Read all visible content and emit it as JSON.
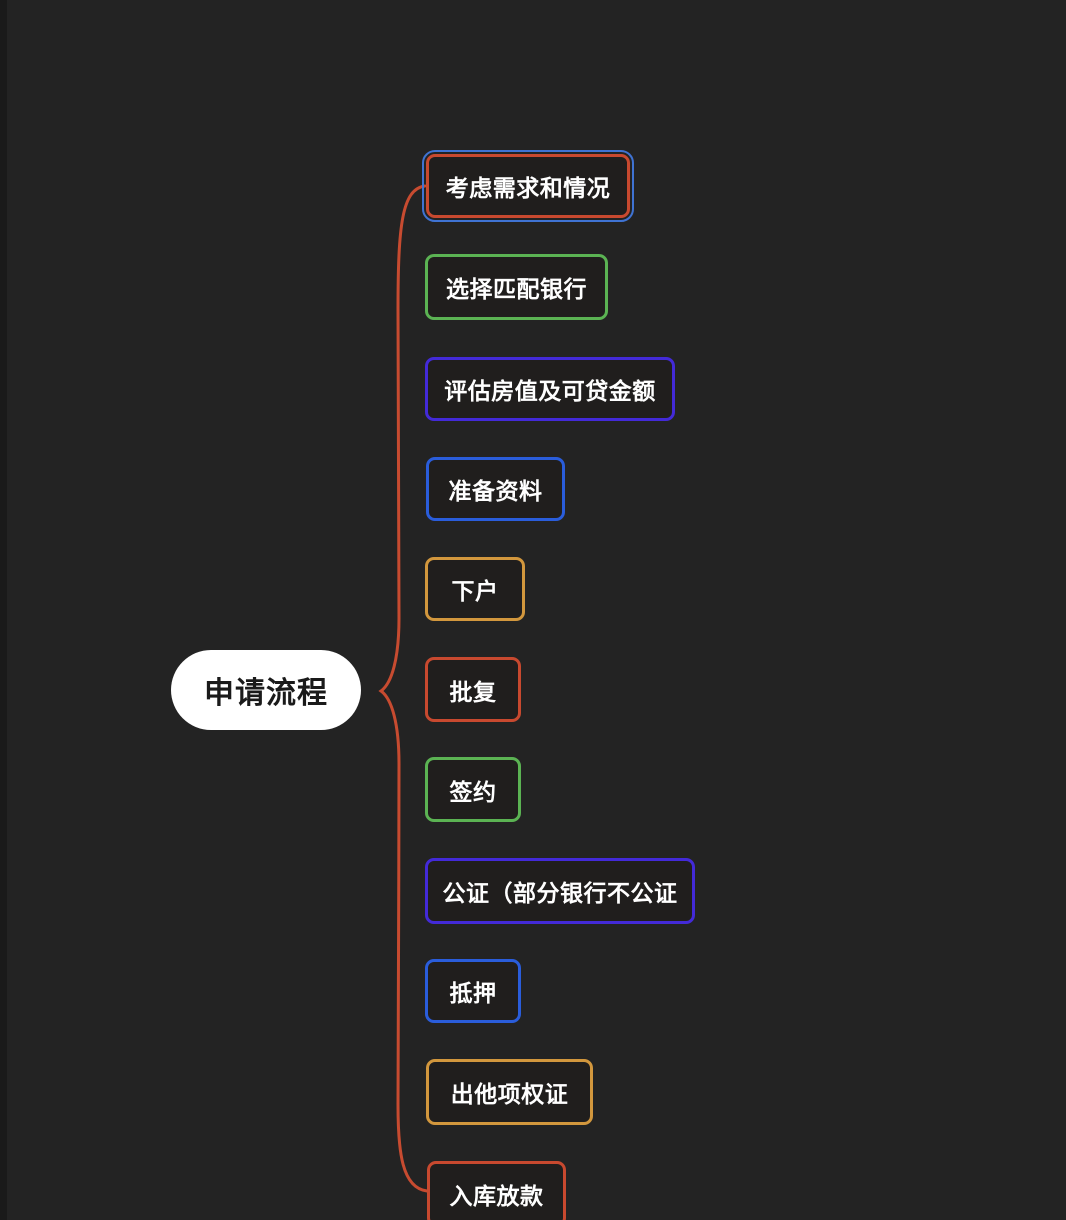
{
  "canvas": {
    "background": "#232323",
    "edge_strip": "#1a1a1a",
    "node_background": "#201e1d"
  },
  "connector": {
    "color": "#c74b30"
  },
  "selection": {
    "color": "#3f73d3"
  },
  "central_topic": {
    "label": "申请流程",
    "background": "#ffffff",
    "text_color": "#1a1a1a"
  },
  "nodes": [
    {
      "label": "考虑需求和情况",
      "border_color": "#c8492f",
      "selected": true
    },
    {
      "label": "选择匹配银行",
      "border_color": "#5bb353",
      "selected": false
    },
    {
      "label": "评估房值及可贷金额",
      "border_color": "#432ad8",
      "selected": false
    },
    {
      "label": "准备资料",
      "border_color": "#2a5ddb",
      "selected": false
    },
    {
      "label": "下户",
      "border_color": "#d2973d",
      "selected": false
    },
    {
      "label": "批复",
      "border_color": "#c8492f",
      "selected": false
    },
    {
      "label": "签约",
      "border_color": "#5bb353",
      "selected": false
    },
    {
      "label": "公证（部分银行不公证",
      "border_color": "#432ad8",
      "selected": false
    },
    {
      "label": "抵押",
      "border_color": "#2a5ddb",
      "selected": false
    },
    {
      "label": "出他项权证",
      "border_color": "#d2973d",
      "selected": false
    },
    {
      "label": "入库放款",
      "border_color": "#c8492f",
      "selected": false
    }
  ]
}
